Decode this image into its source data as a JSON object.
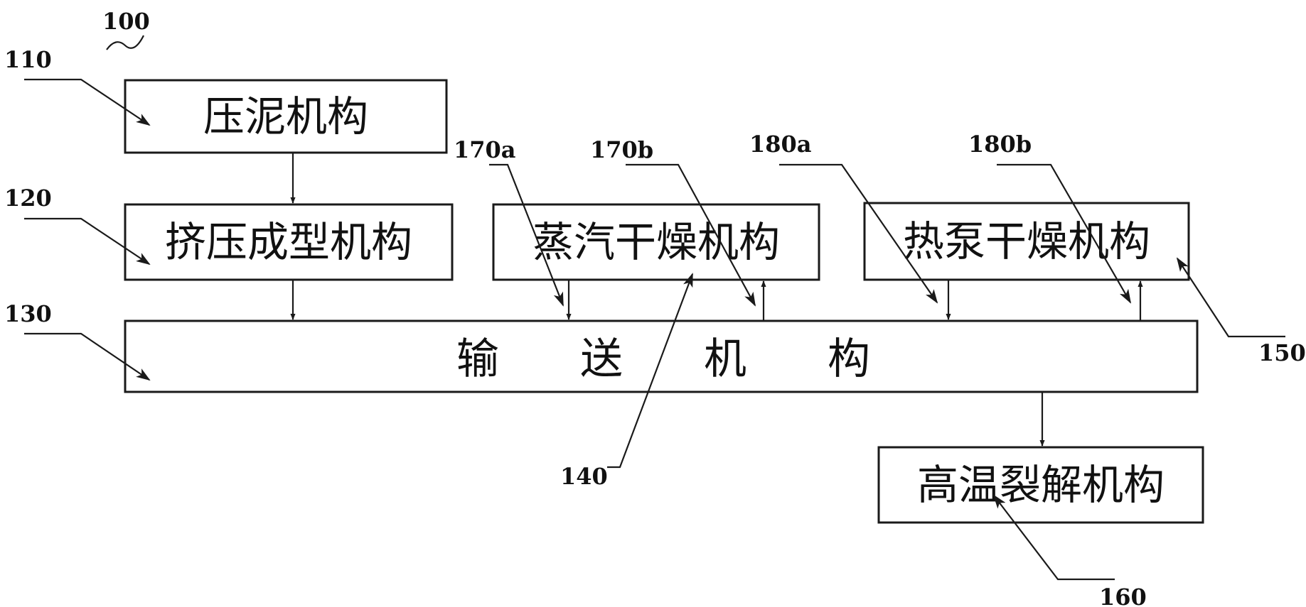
{
  "diagram": {
    "figure_label": "100",
    "boxes": {
      "pressing": "压泥机构",
      "extrusion": "挤压成型机构",
      "steam_drying": "蒸汽干燥机构",
      "heat_pump_drying": "热泵干燥机构",
      "conveyor": [
        "输",
        "送",
        "机",
        "构"
      ],
      "pyrolysis": "高温裂解机构"
    },
    "reference_labels": {
      "r110": "110",
      "r120": "120",
      "r130": "130",
      "r140": "140",
      "r150": "150",
      "r160": "160",
      "r170a": "170a",
      "r170b": "170b",
      "r180a": "180a",
      "r180b": "180b"
    }
  }
}
